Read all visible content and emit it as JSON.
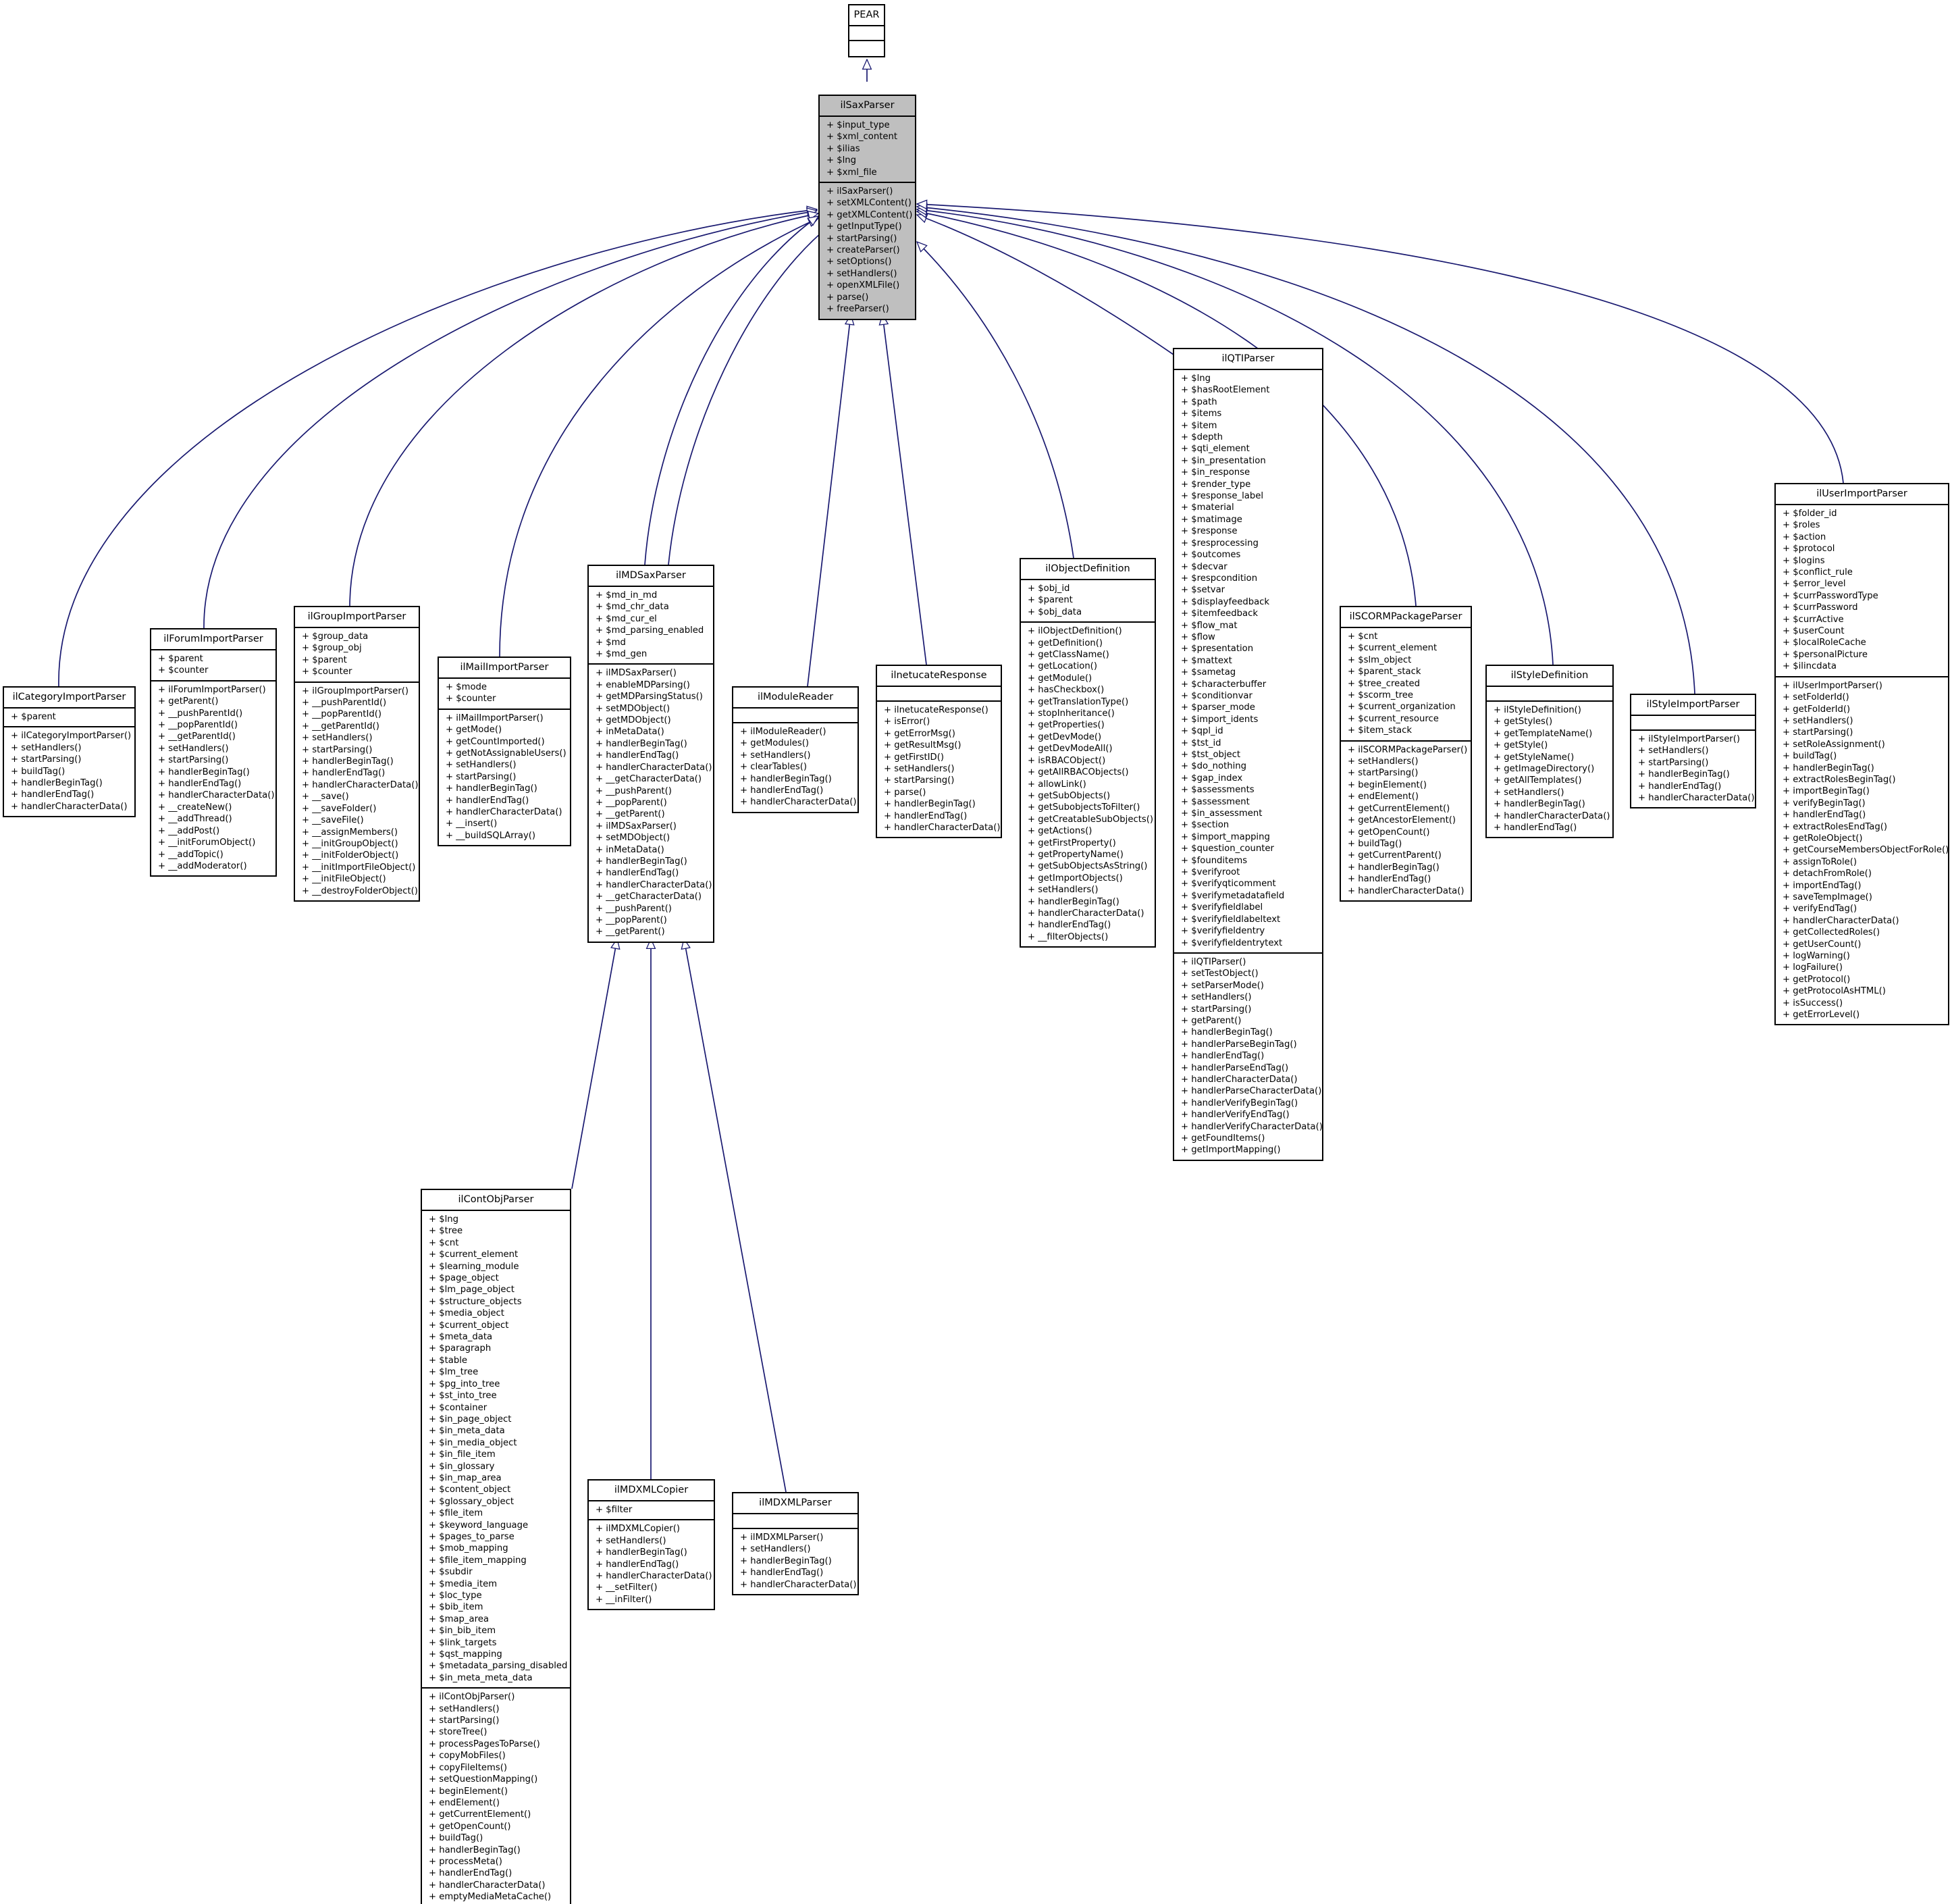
{
  "diagram": {
    "colors": {
      "edge": "#191970",
      "border": "#000000",
      "highlight": "#bfbfbf"
    },
    "classes": [
      {
        "id": "pear",
        "name": "PEAR",
        "attrs": [],
        "methods": []
      },
      {
        "id": "ilsaxparser",
        "name": "ilSaxParser",
        "highlight": true,
        "attrs": [
          "+ $input_type",
          "+ $xml_content",
          "+ $ilias",
          "+ $lng",
          "+ $xml_file"
        ],
        "methods": [
          "+ ilSaxParser()",
          "+ setXMLContent()",
          "+ getXMLContent()",
          "+ getInputType()",
          "+ startParsing()",
          "+ createParser()",
          "+ setOptions()",
          "+ setHandlers()",
          "+ openXMLFile()",
          "+ parse()",
          "+ freeParser()"
        ]
      },
      {
        "id": "ilcategoryimportparser",
        "name": "ilCategoryImportParser",
        "attrs": [
          "+ $parent"
        ],
        "methods": [
          "+ ilCategoryImportParser()",
          "+ setHandlers()",
          "+ startParsing()",
          "+ buildTag()",
          "+ handlerBeginTag()",
          "+ handlerEndTag()",
          "+ handlerCharacterData()"
        ]
      },
      {
        "id": "ilforumimportparser",
        "name": "ilForumImportParser",
        "attrs": [
          "+ $parent",
          "+ $counter"
        ],
        "methods": [
          "+ ilForumImportParser()",
          "+ getParent()",
          "+ __pushParentId()",
          "+ __popParentId()",
          "+ __getParentId()",
          "+ setHandlers()",
          "+ startParsing()",
          "+ handlerBeginTag()",
          "+ handlerEndTag()",
          "+ handlerCharacterData()",
          "+ __createNew()",
          "+ __addThread()",
          "+ __addPost()",
          "+ __initForumObject()",
          "+ __addTopic()",
          "+ __addModerator()"
        ]
      },
      {
        "id": "ilgroupimportparser",
        "name": "ilGroupImportParser",
        "attrs": [
          "+ $group_data",
          "+ $group_obj",
          "+ $parent",
          "+ $counter"
        ],
        "methods": [
          "+ ilGroupImportParser()",
          "+ __pushParentId()",
          "+ __popParentId()",
          "+ __getParentId()",
          "+ setHandlers()",
          "+ startParsing()",
          "+ handlerBeginTag()",
          "+ handlerEndTag()",
          "+ handlerCharacterData()",
          "+ __save()",
          "+ __saveFolder()",
          "+ __saveFile()",
          "+ __assignMembers()",
          "+ __initGroupObject()",
          "+ __initFolderObject()",
          "+ __initImportFileObject()",
          "+ __initFileObject()",
          "+ __destroyFolderObject()"
        ]
      },
      {
        "id": "ilmailimportparser",
        "name": "ilMailImportParser",
        "attrs": [
          "+ $mode",
          "+ $counter"
        ],
        "methods": [
          "+ ilMailImportParser()",
          "+ getMode()",
          "+ getCountImported()",
          "+ getNotAssignableUsers()",
          "+ setHandlers()",
          "+ startParsing()",
          "+ handlerBeginTag()",
          "+ handlerEndTag()",
          "+ handlerCharacterData()",
          "+ __insert()",
          "+ __buildSQLArray()"
        ]
      },
      {
        "id": "ilmdsaxparser",
        "name": "ilMDSaxParser",
        "attrs": [
          "+ $md_in_md",
          "+ $md_chr_data",
          "+ $md_cur_el",
          "+ $md_parsing_enabled",
          "+ $md",
          "+ $md_gen"
        ],
        "methods": [
          "+ ilMDSaxParser()",
          "+ enableMDParsing()",
          "+ getMDParsingStatus()",
          "+ setMDObject()",
          "+ getMDObject()",
          "+ inMetaData()",
          "+ handlerBeginTag()",
          "+ handlerEndTag()",
          "+ handlerCharacterData()",
          "+ __getCharacterData()",
          "+ __pushParent()",
          "+ __popParent()",
          "+ __getParent()",
          "+ ilMDSaxParser()",
          "+ setMDObject()",
          "+ inMetaData()",
          "+ handlerBeginTag()",
          "+ handlerEndTag()",
          "+ handlerCharacterData()",
          "+ __getCharacterData()",
          "+ __pushParent()",
          "+ __popParent()",
          "+ __getParent()"
        ]
      },
      {
        "id": "ilmodulereader",
        "name": "ilModuleReader",
        "attrs": [],
        "methods": [
          "+ ilModuleReader()",
          "+ getModules()",
          "+ setHandlers()",
          "+ clearTables()",
          "+ handlerBeginTag()",
          "+ handlerEndTag()",
          "+ handlerCharacterData()"
        ]
      },
      {
        "id": "ilnetucateresponse",
        "name": "ilnetucateResponse",
        "attrs": [],
        "methods": [
          "+ ilnetucateResponse()",
          "+ isError()",
          "+ getErrorMsg()",
          "+ getResultMsg()",
          "+ getFirstID()",
          "+ setHandlers()",
          "+ startParsing()",
          "+ parse()",
          "+ handlerBeginTag()",
          "+ handlerEndTag()",
          "+ handlerCharacterData()"
        ]
      },
      {
        "id": "ilobjectdefinition",
        "name": "ilObjectDefinition",
        "attrs": [
          "+ $obj_id",
          "+ $parent",
          "+ $obj_data"
        ],
        "methods": [
          "+ ilObjectDefinition()",
          "+ getDefinition()",
          "+ getClassName()",
          "+ getLocation()",
          "+ getModule()",
          "+ hasCheckbox()",
          "+ getTranslationType()",
          "+ stopInheritance()",
          "+ getProperties()",
          "+ getDevMode()",
          "+ getDevModeAll()",
          "+ isRBACObject()",
          "+ getAllRBACObjects()",
          "+ allowLink()",
          "+ getSubObjects()",
          "+ getSubobjectsToFilter()",
          "+ getCreatableSubObjects()",
          "+ getActions()",
          "+ getFirstProperty()",
          "+ getPropertyName()",
          "+ getSubObjectsAsString()",
          "+ getImportObjects()",
          "+ setHandlers()",
          "+ handlerBeginTag()",
          "+ handlerCharacterData()",
          "+ handlerEndTag()",
          "+ __filterObjects()"
        ]
      },
      {
        "id": "ilqtiparser",
        "name": "ilQTIParser",
        "attrs": [
          "+ $lng",
          "+ $hasRootElement",
          "+ $path",
          "+ $items",
          "+ $item",
          "+ $depth",
          "+ $qti_element",
          "+ $in_presentation",
          "+ $in_response",
          "+ $render_type",
          "+ $response_label",
          "+ $material",
          "+ $matimage",
          "+ $response",
          "+ $resprocessing",
          "+ $outcomes",
          "+ $decvar",
          "+ $respcondition",
          "+ $setvar",
          "+ $displayfeedback",
          "+ $itemfeedback",
          "+ $flow_mat",
          "+ $flow",
          "+ $presentation",
          "+ $mattext",
          "+ $sametag",
          "+ $characterbuffer",
          "+ $conditionvar",
          "+ $parser_mode",
          "+ $import_idents",
          "+ $qpl_id",
          "+ $tst_id",
          "+ $tst_object",
          "+ $do_nothing",
          "+ $gap_index",
          "+ $assessments",
          "+ $assessment",
          "+ $in_assessment",
          "+ $section",
          "+ $import_mapping",
          "+ $question_counter",
          "+ $founditems",
          "+ $verifyroot",
          "+ $verifyqticomment",
          "+ $verifymetadatafield",
          "+ $verifyfieldlabel",
          "+ $verifyfieldlabeltext",
          "+ $verifyfieldentry",
          "+ $verifyfieldentrytext"
        ],
        "methods": [
          "+ ilQTIParser()",
          "+ setTestObject()",
          "+ setParserMode()",
          "+ setHandlers()",
          "+ startParsing()",
          "+ getParent()",
          "+ handlerBeginTag()",
          "+ handlerParseBeginTag()",
          "+ handlerEndTag()",
          "+ handlerParseEndTag()",
          "+ handlerCharacterData()",
          "+ handlerParseCharacterData()",
          "+ handlerVerifyBeginTag()",
          "+ handlerVerifyEndTag()",
          "+ handlerVerifyCharacterData()",
          "+ getFoundItems()",
          "+ getImportMapping()"
        ]
      },
      {
        "id": "ilscormpackageparser",
        "name": "ilSCORMPackageParser",
        "attrs": [
          "+ $cnt",
          "+ $current_element",
          "+ $slm_object",
          "+ $parent_stack",
          "+ $tree_created",
          "+ $scorm_tree",
          "+ $current_organization",
          "+ $current_resource",
          "+ $item_stack"
        ],
        "methods": [
          "+ ilSCORMPackageParser()",
          "+ setHandlers()",
          "+ startParsing()",
          "+ beginElement()",
          "+ endElement()",
          "+ getCurrentElement()",
          "+ getAncestorElement()",
          "+ getOpenCount()",
          "+ buildTag()",
          "+ getCurrentParent()",
          "+ handlerBeginTag()",
          "+ handlerEndTag()",
          "+ handlerCharacterData()"
        ]
      },
      {
        "id": "ilstyledefinition",
        "name": "ilStyleDefinition",
        "attrs": [],
        "methods": [
          "+ ilStyleDefinition()",
          "+ getStyles()",
          "+ getTemplateName()",
          "+ getStyle()",
          "+ getStyleName()",
          "+ getImageDirectory()",
          "+ getAllTemplates()",
          "+ setHandlers()",
          "+ handlerBeginTag()",
          "+ handlerCharacterData()",
          "+ handlerEndTag()"
        ]
      },
      {
        "id": "ilstyleimportparser",
        "name": "ilStyleImportParser",
        "attrs": [],
        "methods": [
          "+ ilStyleImportParser()",
          "+ setHandlers()",
          "+ startParsing()",
          "+ handlerBeginTag()",
          "+ handlerEndTag()",
          "+ handlerCharacterData()"
        ]
      },
      {
        "id": "iluserimportparser",
        "name": "ilUserImportParser",
        "attrs": [
          "+ $folder_id",
          "+ $roles",
          "+ $action",
          "+ $protocol",
          "+ $logins",
          "+ $conflict_rule",
          "+ $error_level",
          "+ $currPasswordType",
          "+ $currPassword",
          "+ $currActive",
          "+ $userCount",
          "+ $localRoleCache",
          "+ $personalPicture",
          "+ $ilincdata"
        ],
        "methods": [
          "+ ilUserImportParser()",
          "+ setFolderId()",
          "+ getFolderId()",
          "+ setHandlers()",
          "+ startParsing()",
          "+ setRoleAssignment()",
          "+ buildTag()",
          "+ handlerBeginTag()",
          "+ extractRolesBeginTag()",
          "+ importBeginTag()",
          "+ verifyBeginTag()",
          "+ handlerEndTag()",
          "+ extractRolesEndTag()",
          "+ getRoleObject()",
          "+ getCourseMembersObjectForRole()",
          "+ assignToRole()",
          "+ detachFromRole()",
          "+ importEndTag()",
          "+ saveTempImage()",
          "+ verifyEndTag()",
          "+ handlerCharacterData()",
          "+ getCollectedRoles()",
          "+ getUserCount()",
          "+ logWarning()",
          "+ logFailure()",
          "+ getProtocol()",
          "+ getProtocolAsHTML()",
          "+ isSuccess()",
          "+ getErrorLevel()"
        ]
      },
      {
        "id": "ilcontobjparser",
        "name": "ilContObjParser",
        "attrs": [
          "+ $lng",
          "+ $tree",
          "+ $cnt",
          "+ $current_element",
          "+ $learning_module",
          "+ $page_object",
          "+ $lm_page_object",
          "+ $structure_objects",
          "+ $media_object",
          "+ $current_object",
          "+ $meta_data",
          "+ $paragraph",
          "+ $table",
          "+ $lm_tree",
          "+ $pg_into_tree",
          "+ $st_into_tree",
          "+ $container",
          "+ $in_page_object",
          "+ $in_meta_data",
          "+ $in_media_object",
          "+ $in_file_item",
          "+ $in_glossary",
          "+ $in_map_area",
          "+ $content_object",
          "+ $glossary_object",
          "+ $file_item",
          "+ $keyword_language",
          "+ $pages_to_parse",
          "+ $mob_mapping",
          "+ $file_item_mapping",
          "+ $subdir",
          "+ $media_item",
          "+ $loc_type",
          "+ $bib_item",
          "+ $map_area",
          "+ $in_bib_item",
          "+ $link_targets",
          "+ $qst_mapping",
          "+ $metadata_parsing_disabled",
          "+ $in_meta_meta_data"
        ],
        "methods": [
          "+ ilContObjParser()",
          "+ setHandlers()",
          "+ startParsing()",
          "+ storeTree()",
          "+ processPagesToParse()",
          "+ copyMobFiles()",
          "+ copyFileItems()",
          "+ setQuestionMapping()",
          "+ beginElement()",
          "+ endElement()",
          "+ getCurrentElement()",
          "+ getOpenCount()",
          "+ buildTag()",
          "+ handlerBeginTag()",
          "+ processMeta()",
          "+ handlerEndTag()",
          "+ handlerCharacterData()",
          "+ emptyMediaMetaCache()"
        ]
      },
      {
        "id": "ilmdxmlcopier",
        "name": "ilMDXMLCopier",
        "attrs": [
          "+ $filter"
        ],
        "methods": [
          "+ ilMDXMLCopier()",
          "+ setHandlers()",
          "+ handlerBeginTag()",
          "+ handlerEndTag()",
          "+ handlerCharacterData()",
          "+ __setFilter()",
          "+ __inFilter()"
        ]
      },
      {
        "id": "ilmdxmlparser",
        "name": "ilMDXMLParser",
        "attrs": [],
        "methods": [
          "+ ilMDXMLParser()",
          "+ setHandlers()",
          "+ handlerBeginTag()",
          "+ handlerEndTag()",
          "+ handlerCharacterData()"
        ]
      }
    ],
    "inheritance": [
      {
        "child": "ilsaxparser",
        "parent": "pear"
      },
      {
        "child": "ilcategoryimportparser",
        "parent": "ilsaxparser"
      },
      {
        "child": "ilforumimportparser",
        "parent": "ilsaxparser"
      },
      {
        "child": "ilgroupimportparser",
        "parent": "ilsaxparser"
      },
      {
        "child": "ilmailimportparser",
        "parent": "ilsaxparser"
      },
      {
        "child": "ilmdsaxparser",
        "parent": "ilsaxparser"
      },
      {
        "child": "ilmdsaxparser",
        "parent": "ilsaxparser"
      },
      {
        "child": "ilmodulereader",
        "parent": "ilsaxparser"
      },
      {
        "child": "ilnetucateresponse",
        "parent": "ilsaxparser"
      },
      {
        "child": "ilobjectdefinition",
        "parent": "ilsaxparser"
      },
      {
        "child": "ilqtiparser",
        "parent": "ilsaxparser"
      },
      {
        "child": "ilscormpackageparser",
        "parent": "ilsaxparser"
      },
      {
        "child": "ilstyledefinition",
        "parent": "ilsaxparser"
      },
      {
        "child": "ilstyleimportparser",
        "parent": "ilsaxparser"
      },
      {
        "child": "iluserimportparser",
        "parent": "ilsaxparser"
      },
      {
        "child": "ilcontobjparser",
        "parent": "ilmdsaxparser"
      },
      {
        "child": "ilmdxmlcopier",
        "parent": "ilmdsaxparser"
      },
      {
        "child": "ilmdxmlparser",
        "parent": "ilmdsaxparser"
      }
    ]
  }
}
